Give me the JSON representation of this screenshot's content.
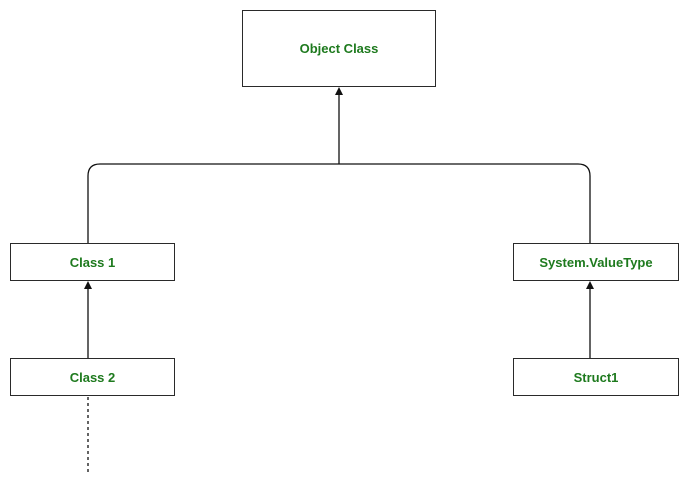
{
  "colors": {
    "label_text": "#1e7a1e",
    "line": "#111111",
    "border": "#2a2a2a",
    "background": "#ffffff"
  },
  "nodes": {
    "object_class": {
      "label": "Object Class"
    },
    "class_1": {
      "label": "Class 1"
    },
    "value_type": {
      "label": "System.ValueType"
    },
    "class_2": {
      "label": "Class 2"
    },
    "struct_1": {
      "label": "Struct1"
    }
  }
}
